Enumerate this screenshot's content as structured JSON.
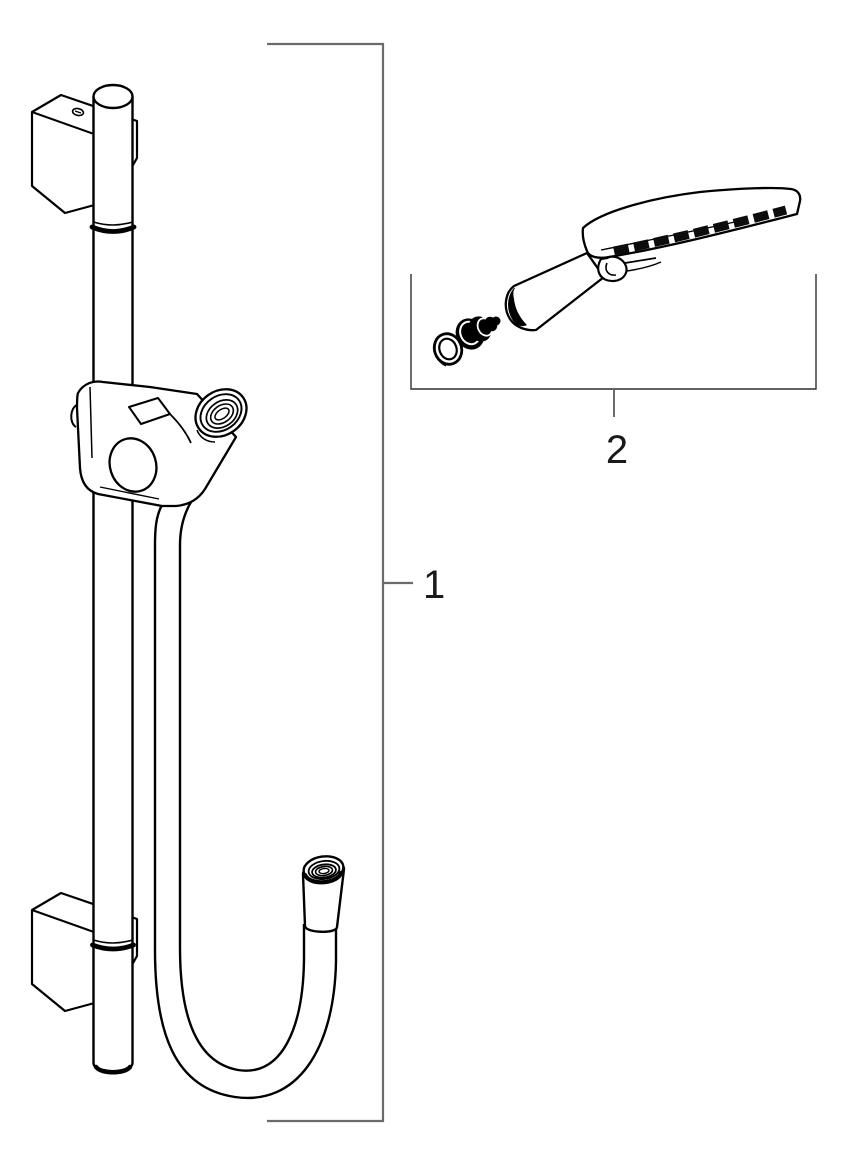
{
  "page": {
    "background_color": "#ffffff",
    "kind": "exploded-parts-line-drawing"
  },
  "diagram": {
    "line_color": "#000000",
    "fill_color": "#ffffff",
    "callout_line_color": "#6b6b6b",
    "callout_box_color": "#2f2f2f",
    "label_color": "#1a1a1a",
    "callouts": [
      {
        "label": "1",
        "part": "wall-bar-with-slider-holder-and-hose"
      },
      {
        "label": "2",
        "part": "hand-shower-with-check-valve-and-o-ring"
      }
    ]
  }
}
